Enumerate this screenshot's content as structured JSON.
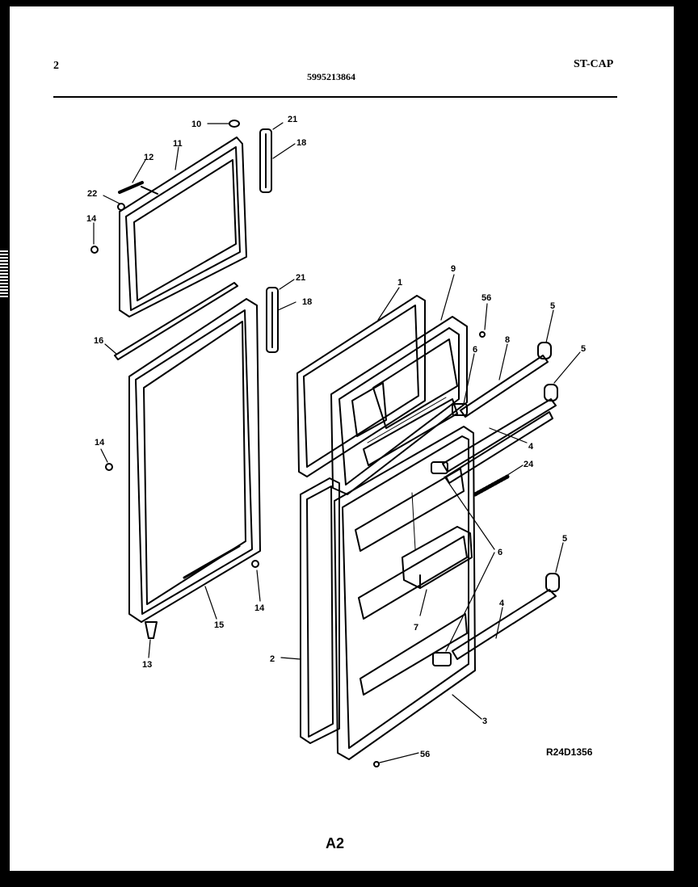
{
  "header": {
    "page_number": "2",
    "model_number": "5995213864",
    "stamp": "ST-CAP"
  },
  "diagram_ref": "R24D1356",
  "footer": "A2",
  "callouts": {
    "c1": "1",
    "c2": "2",
    "c3": "3",
    "c4a": "4",
    "c4b": "4",
    "c5a": "5",
    "c5b": "5",
    "c5c": "5",
    "c6a": "6",
    "c6b": "6",
    "c7": "7",
    "c8": "8",
    "c9": "9",
    "c10": "10",
    "c11": "11",
    "c12": "12",
    "c13": "13",
    "c14a": "14",
    "c14b": "14",
    "c14c": "14",
    "c15": "15",
    "c16": "16",
    "c18a": "18",
    "c18b": "18",
    "c21a": "21",
    "c21b": "21",
    "c22": "22",
    "c24": "24",
    "c56a": "56",
    "c56b": "56"
  }
}
